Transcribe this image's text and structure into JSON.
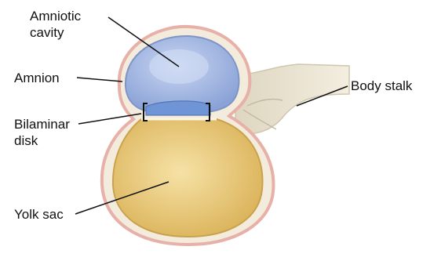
{
  "diagram": {
    "labels": {
      "amniotic_cavity_line1": "Amniotic",
      "amniotic_cavity_line2": "cavity",
      "amnion": "Amnion",
      "bilaminar_disk_line1": "Bilaminar",
      "bilaminar_disk_line2": "disk",
      "yolk_sac": "Yolk sac",
      "body_stalk": "Body stalk"
    },
    "colors": {
      "amniotic_fill": "#9fb3df",
      "amniotic_highlight": "#c9d6f2",
      "yolk_fill": "#e9c774",
      "yolk_highlight": "#f6e2a6",
      "membrane_pink": "#e7b0a8",
      "membrane_cream": "#f3ecdc",
      "stalk_fill": "#ece5d3",
      "disk_blue": "#6f95d6",
      "leader_line": "#111111"
    }
  }
}
